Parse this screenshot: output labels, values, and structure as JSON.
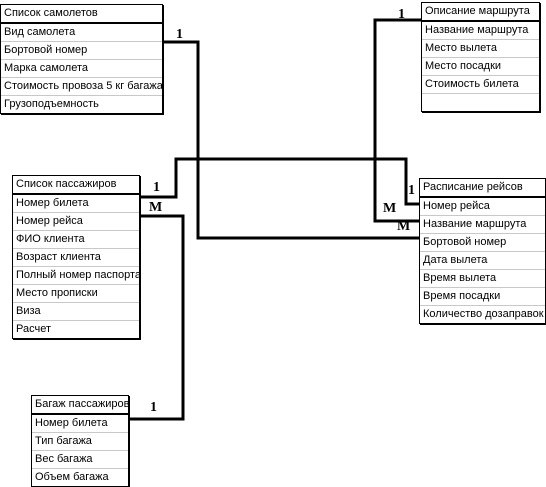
{
  "entities": {
    "aircraft": {
      "title": "Список самолетов",
      "fields": [
        "Вид самолета",
        "Бортовой номер",
        "Марка самолета",
        "Стоимость провоза 5 кг багажа",
        "Грузоподъемность"
      ]
    },
    "route": {
      "title": "Описание маршрута",
      "fields": [
        "Название маршрута",
        "Место вылета",
        "Место посадки",
        "Стоимость билета"
      ]
    },
    "passengers": {
      "title": "Список пассажиров",
      "fields": [
        "Номер билета",
        "Номер рейса",
        "ФИО клиента",
        "Возраст клиента",
        "Полный номер паспорта",
        "Место прописки",
        "Виза",
        "Расчет"
      ]
    },
    "schedule": {
      "title": "Расписание рейсов",
      "fields": [
        "Номер рейса",
        "Название маршрута",
        "Бортовой номер",
        "Дата вылета",
        "Время вылета",
        "Время посадки",
        "Количество дозаправок"
      ]
    },
    "baggage": {
      "title": "Багаж пассажиров",
      "fields": [
        "Номер билета",
        "Тип багажа",
        "Вес багажа",
        "Объем багажа"
      ]
    }
  },
  "cardinality": {
    "aircraft_one": "1",
    "route_one": "1",
    "schedule_one": "1",
    "passengers_one": "1",
    "passengers_many": "M",
    "schedule_many_route": "M",
    "schedule_many_board": "M",
    "baggage_one": "1"
  },
  "colors": {
    "line": "#000000",
    "row_divider": "#c8c8c8"
  }
}
